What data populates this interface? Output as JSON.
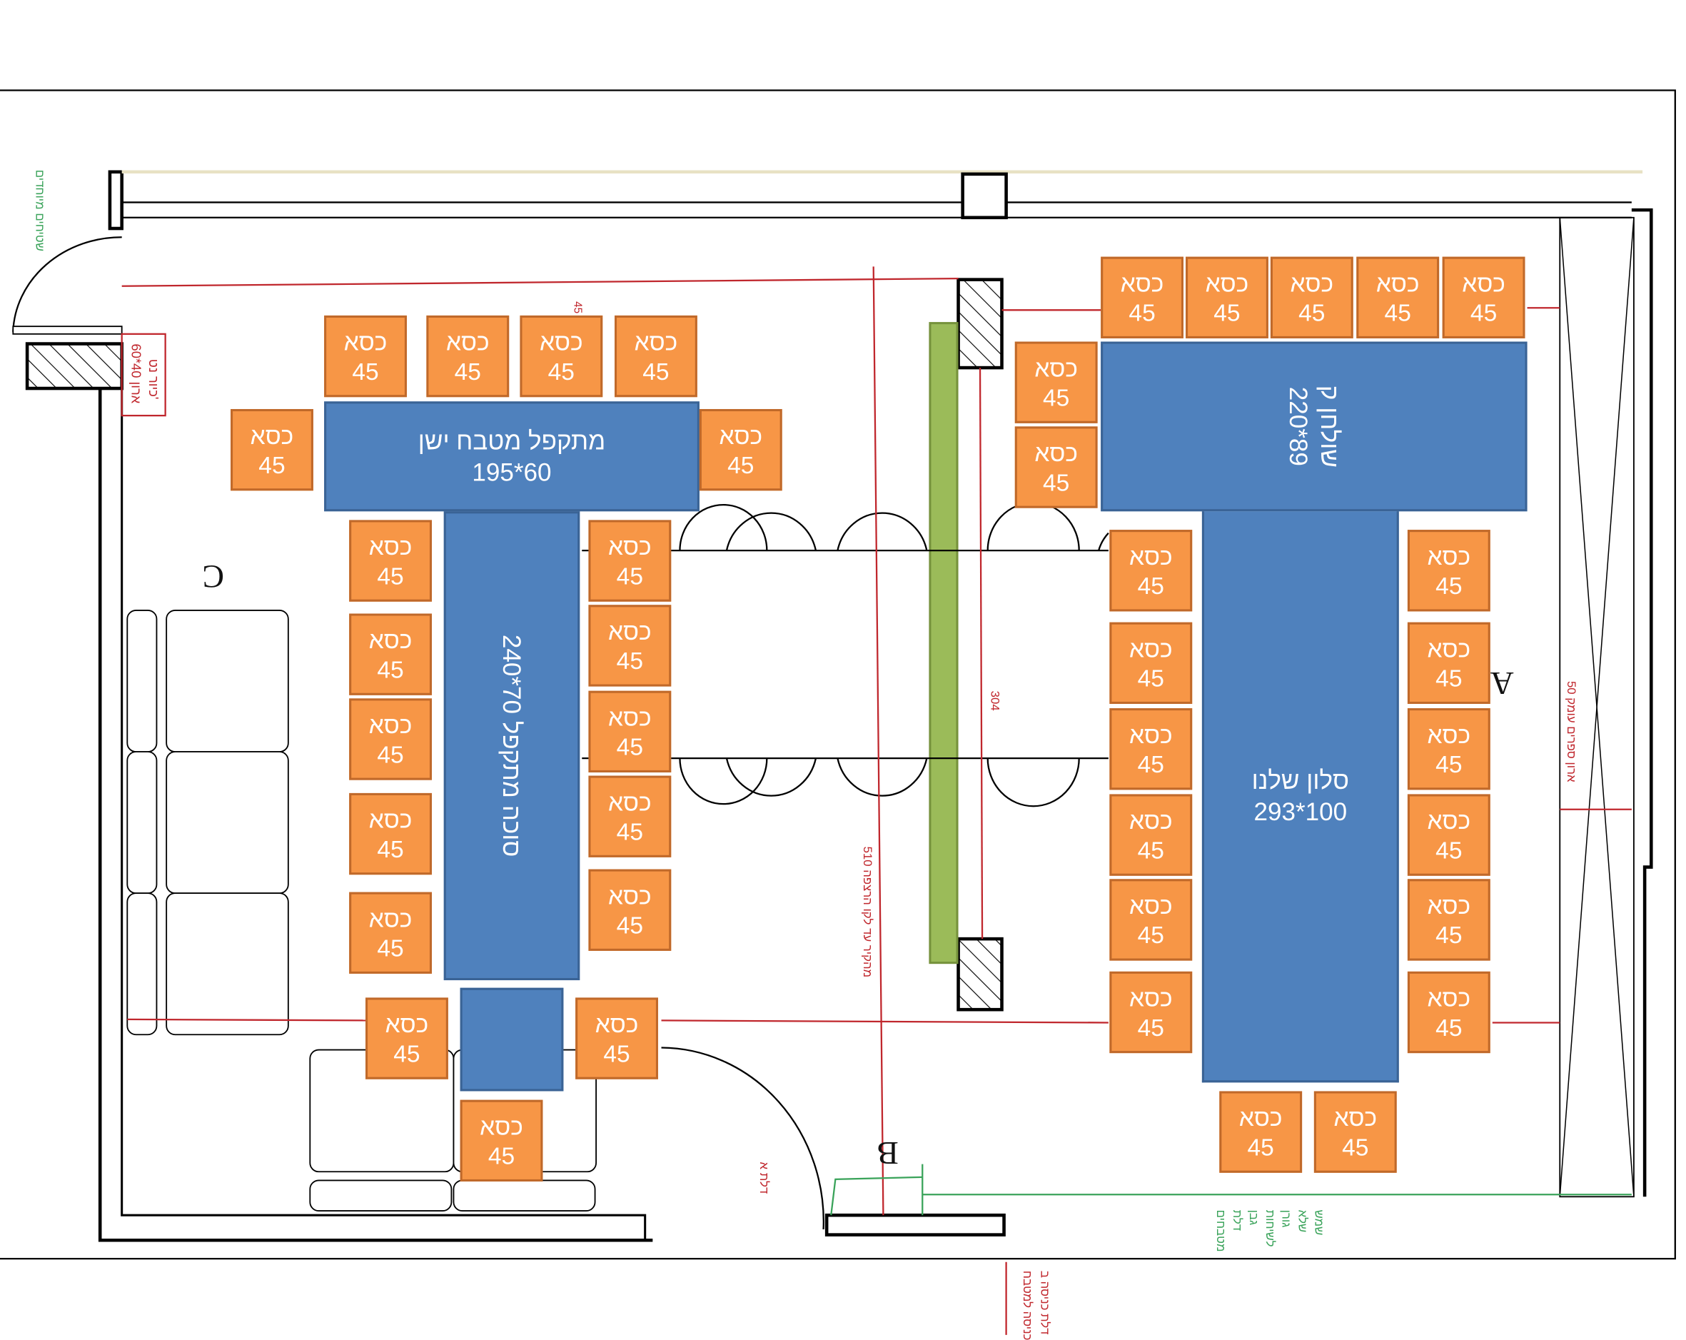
{
  "chair": {
    "label": "כסא",
    "size": "45"
  },
  "tables": {
    "kitchen_folding": {
      "name": "מתקפל מטבח ישן",
      "size": "195*60"
    },
    "sukkah_folding": {
      "name": "סוכה מתקפל",
      "size": "70*240"
    },
    "small_table": {
      "name": "שולחן ק",
      "size": "220*89"
    },
    "living_table": {
      "name": "סלון שלנו",
      "size": "293*100"
    }
  },
  "labels": {
    "area_a": "A",
    "area_b": "B",
    "area_c": "C"
  },
  "notes": {
    "top_left_green": "שטיחים מיוחדים",
    "cabinet_box": "ארון 40*60",
    "cabinet_box_2": "כיור נט'",
    "dim_304": "304",
    "dim_45": "45",
    "dim_510": "510 מהקיר עד לקו הרצפה",
    "door_a": "דלת א",
    "bookcase": "ארון ספרים עומק 50",
    "entrance": "דלת כניסה ב",
    "entrance_2": "כניסה למטבח",
    "bottom_green": [
      "מטבחים",
      "דלת",
      "גבן",
      "לשיחות",
      "גורן",
      "שלא",
      "שמש"
    ]
  },
  "colors": {
    "chair": "#f79646",
    "table": "#4f81bd",
    "divider": "#9bbb59",
    "dimension": "#c0272d",
    "measure": "#3aa35a"
  }
}
